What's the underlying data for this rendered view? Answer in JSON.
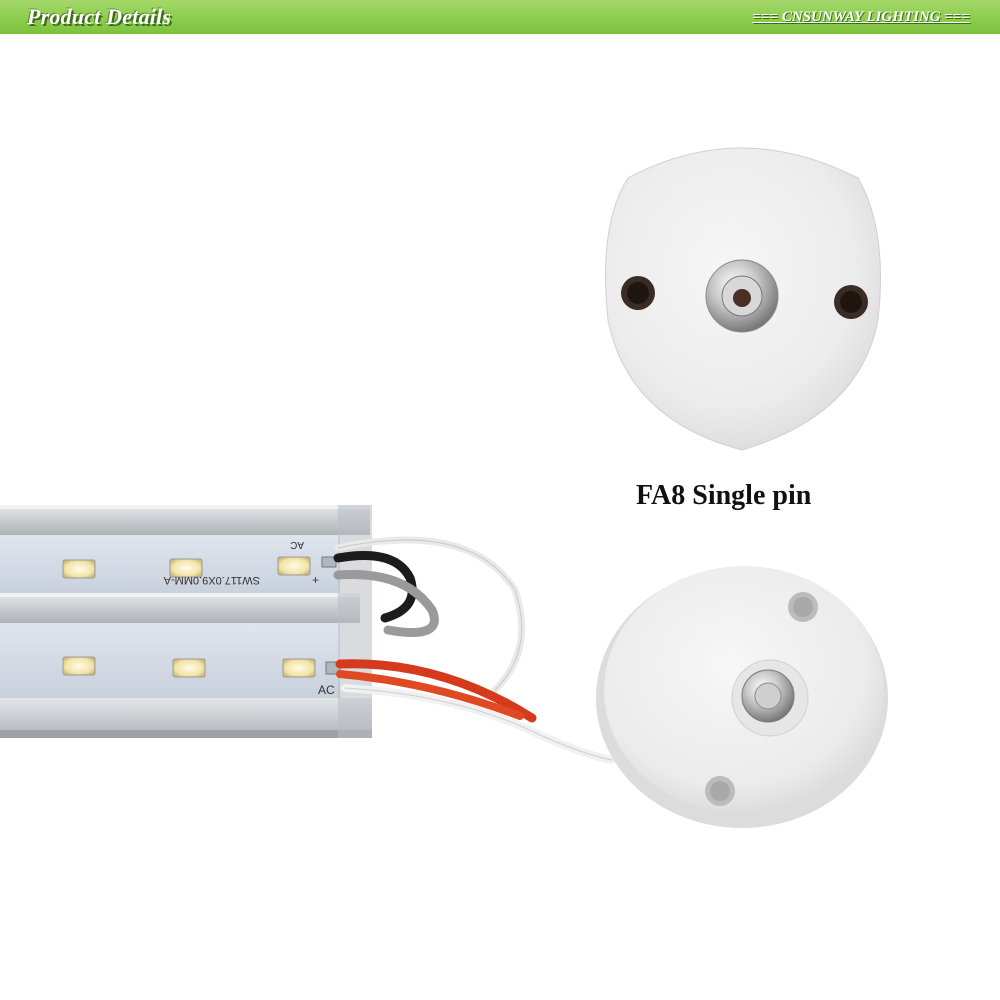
{
  "banner": {
    "title": "Product Details",
    "brand": "=== CNSUNWAY LIGHTING ==="
  },
  "caption": "FA8 Single pin",
  "strip_labels": {
    "ac_top": "AC",
    "code": "SW117.0X9.0MM-A",
    "ac_bottom": "AC"
  },
  "colors": {
    "banner_green": "#8ccd4e",
    "aluminum": "#cfd3d7",
    "wire_red": "#d63a1c",
    "wire_white": "#f4f4f4",
    "wire_grey": "#9a9a9a",
    "wire_black": "#1c1c1c"
  }
}
